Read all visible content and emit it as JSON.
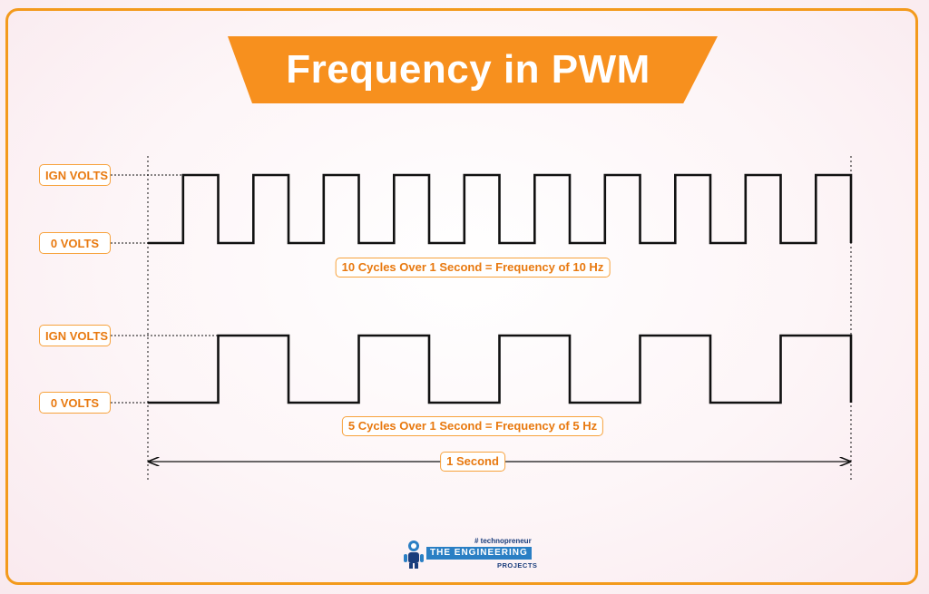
{
  "title": "Frequency in PWM",
  "waveforms": [
    {
      "high_label": "IGN VOLTS",
      "low_label": "0 VOLTS",
      "cycles": 10,
      "caption": "10 Cycles Over 1 Second = Frequency of 10 Hz"
    },
    {
      "high_label": "IGN VOLTS",
      "low_label": "0 VOLTS",
      "cycles": 5,
      "caption": "5 Cycles Over 1 Second = Frequency of 5 Hz"
    }
  ],
  "duration_label": "1 Second",
  "logo": {
    "tagline": "# technopreneur",
    "name": "THE ENGINEERING",
    "sub": "PROJECTS"
  },
  "colors": {
    "accent": "#f7901e",
    "frame": "#f39a1c",
    "label_text": "#e8790f",
    "wave": "#111111"
  }
}
